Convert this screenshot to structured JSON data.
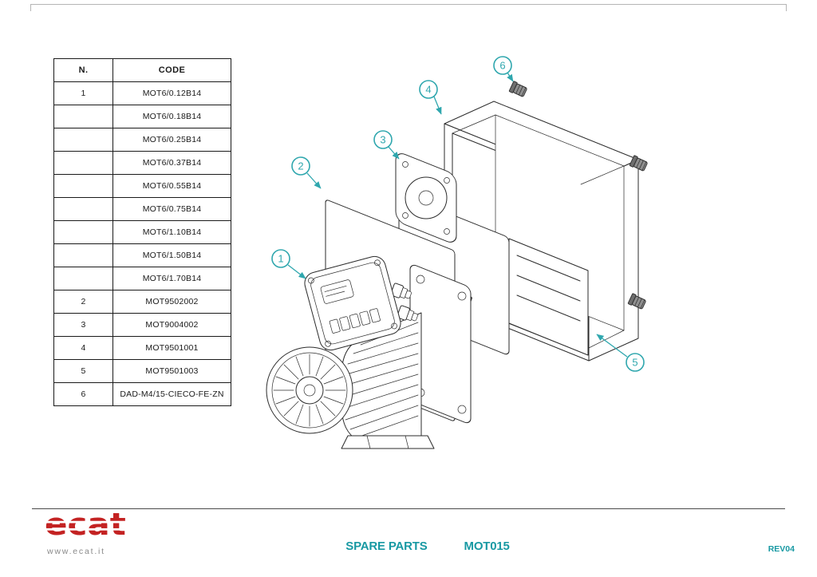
{
  "theme": {
    "callout_color": "#2fa7ae",
    "accent_color": "#1899a3",
    "logo_color": "#c32222"
  },
  "table": {
    "headers": [
      "N.",
      "CODE"
    ],
    "rows": [
      {
        "n": "1",
        "code": "MOT6/0.12B14"
      },
      {
        "n": "",
        "code": "MOT6/0.18B14"
      },
      {
        "n": "",
        "code": "MOT6/0.25B14"
      },
      {
        "n": "",
        "code": "MOT6/0.37B14"
      },
      {
        "n": "",
        "code": "MOT6/0.55B14"
      },
      {
        "n": "",
        "code": "MOT6/0.75B14"
      },
      {
        "n": "",
        "code": "MOT6/1.10B14"
      },
      {
        "n": "",
        "code": "MOT6/1.50B14"
      },
      {
        "n": "",
        "code": "MOT6/1.70B14"
      },
      {
        "n": "2",
        "code": "MOT9502002"
      },
      {
        "n": "3",
        "code": "MOT9004002"
      },
      {
        "n": "4",
        "code": "MOT9501001"
      },
      {
        "n": "5",
        "code": "MOT9501003"
      },
      {
        "n": "6",
        "code": "DAD-M4/15-CIECO-FE-ZN"
      }
    ]
  },
  "diagram": {
    "callouts": [
      {
        "num": "1"
      },
      {
        "num": "2"
      },
      {
        "num": "3"
      },
      {
        "num": "4"
      },
      {
        "num": "5"
      },
      {
        "num": "6"
      }
    ]
  },
  "footer": {
    "logo_text": "ecat",
    "logo_subtext": "www.ecat.it",
    "doc_type": "SPARE PARTS",
    "doc_code": "MOT015",
    "revision": "REV04"
  }
}
